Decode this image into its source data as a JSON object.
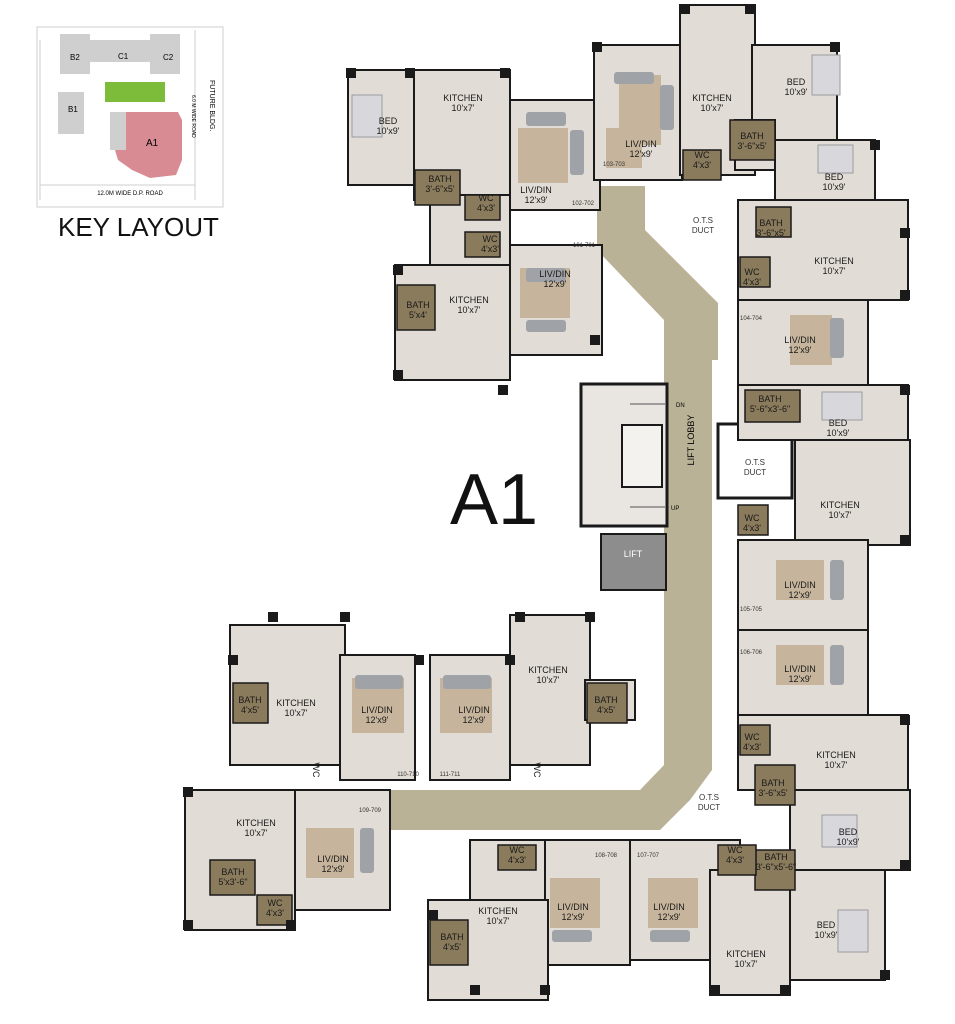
{
  "key_layout": {
    "title": "KEY LAYOUT",
    "labels": {
      "b2": "B2",
      "c1": "C1",
      "c2": "C2",
      "b1": "B1",
      "a1": "A1",
      "side_road": "6.0 M WIDE ROAD",
      "future_bldg": "FUTURE BLDG.",
      "dp_road": "12.0M WIDE D.P. ROAD"
    }
  },
  "block_label": "A1",
  "core": {
    "lift_lobby": "LIFT LOBBY",
    "lift": "LIFT",
    "dn": "DN",
    "up": "UP",
    "ots_1": "O.T.S",
    "ots_1b": "DUCT",
    "ots_2": "O.T.S",
    "ots_2b": "DUCT",
    "ots_3": "O.T.S",
    "ots_3b": "DUCT"
  },
  "units": [
    {
      "id": "101-701"
    },
    {
      "id": "102-702"
    },
    {
      "id": "103-703"
    },
    {
      "id": "104-704"
    },
    {
      "id": "105-705"
    },
    {
      "id": "106-706"
    },
    {
      "id": "107-707"
    },
    {
      "id": "108-708"
    },
    {
      "id": "109-709"
    },
    {
      "id": "110-710"
    },
    {
      "id": "111-711"
    }
  ],
  "rooms": {
    "bed": "BED",
    "bed_size": "10'x9'",
    "kitchen": "KITCHEN",
    "kitchen_size": "10'x7'",
    "livdin": "LIV/DIN",
    "livdin_size": "12'x9'",
    "bath": "BATH",
    "bath_a": "3'-6\"x5'",
    "bath_b": "5'x4'",
    "bath_c": "4'x5'",
    "bath_d": "5'-6\"x3'-6\"",
    "bath_e": "5'x3'-6\"",
    "bath_f": "3'-6\"x5'-6\"",
    "wc": "WC",
    "wc_size": "4'x3'"
  },
  "colors": {
    "corridor": "#b9b297",
    "floor": "#e2dcd6",
    "wall": "#1a1a1a",
    "bath": "#8a7b5c",
    "rug": "#c6b59c",
    "sofa": "#9fa2a6",
    "site_green": "#7dbb3a",
    "site_pink": "#d98b93"
  }
}
